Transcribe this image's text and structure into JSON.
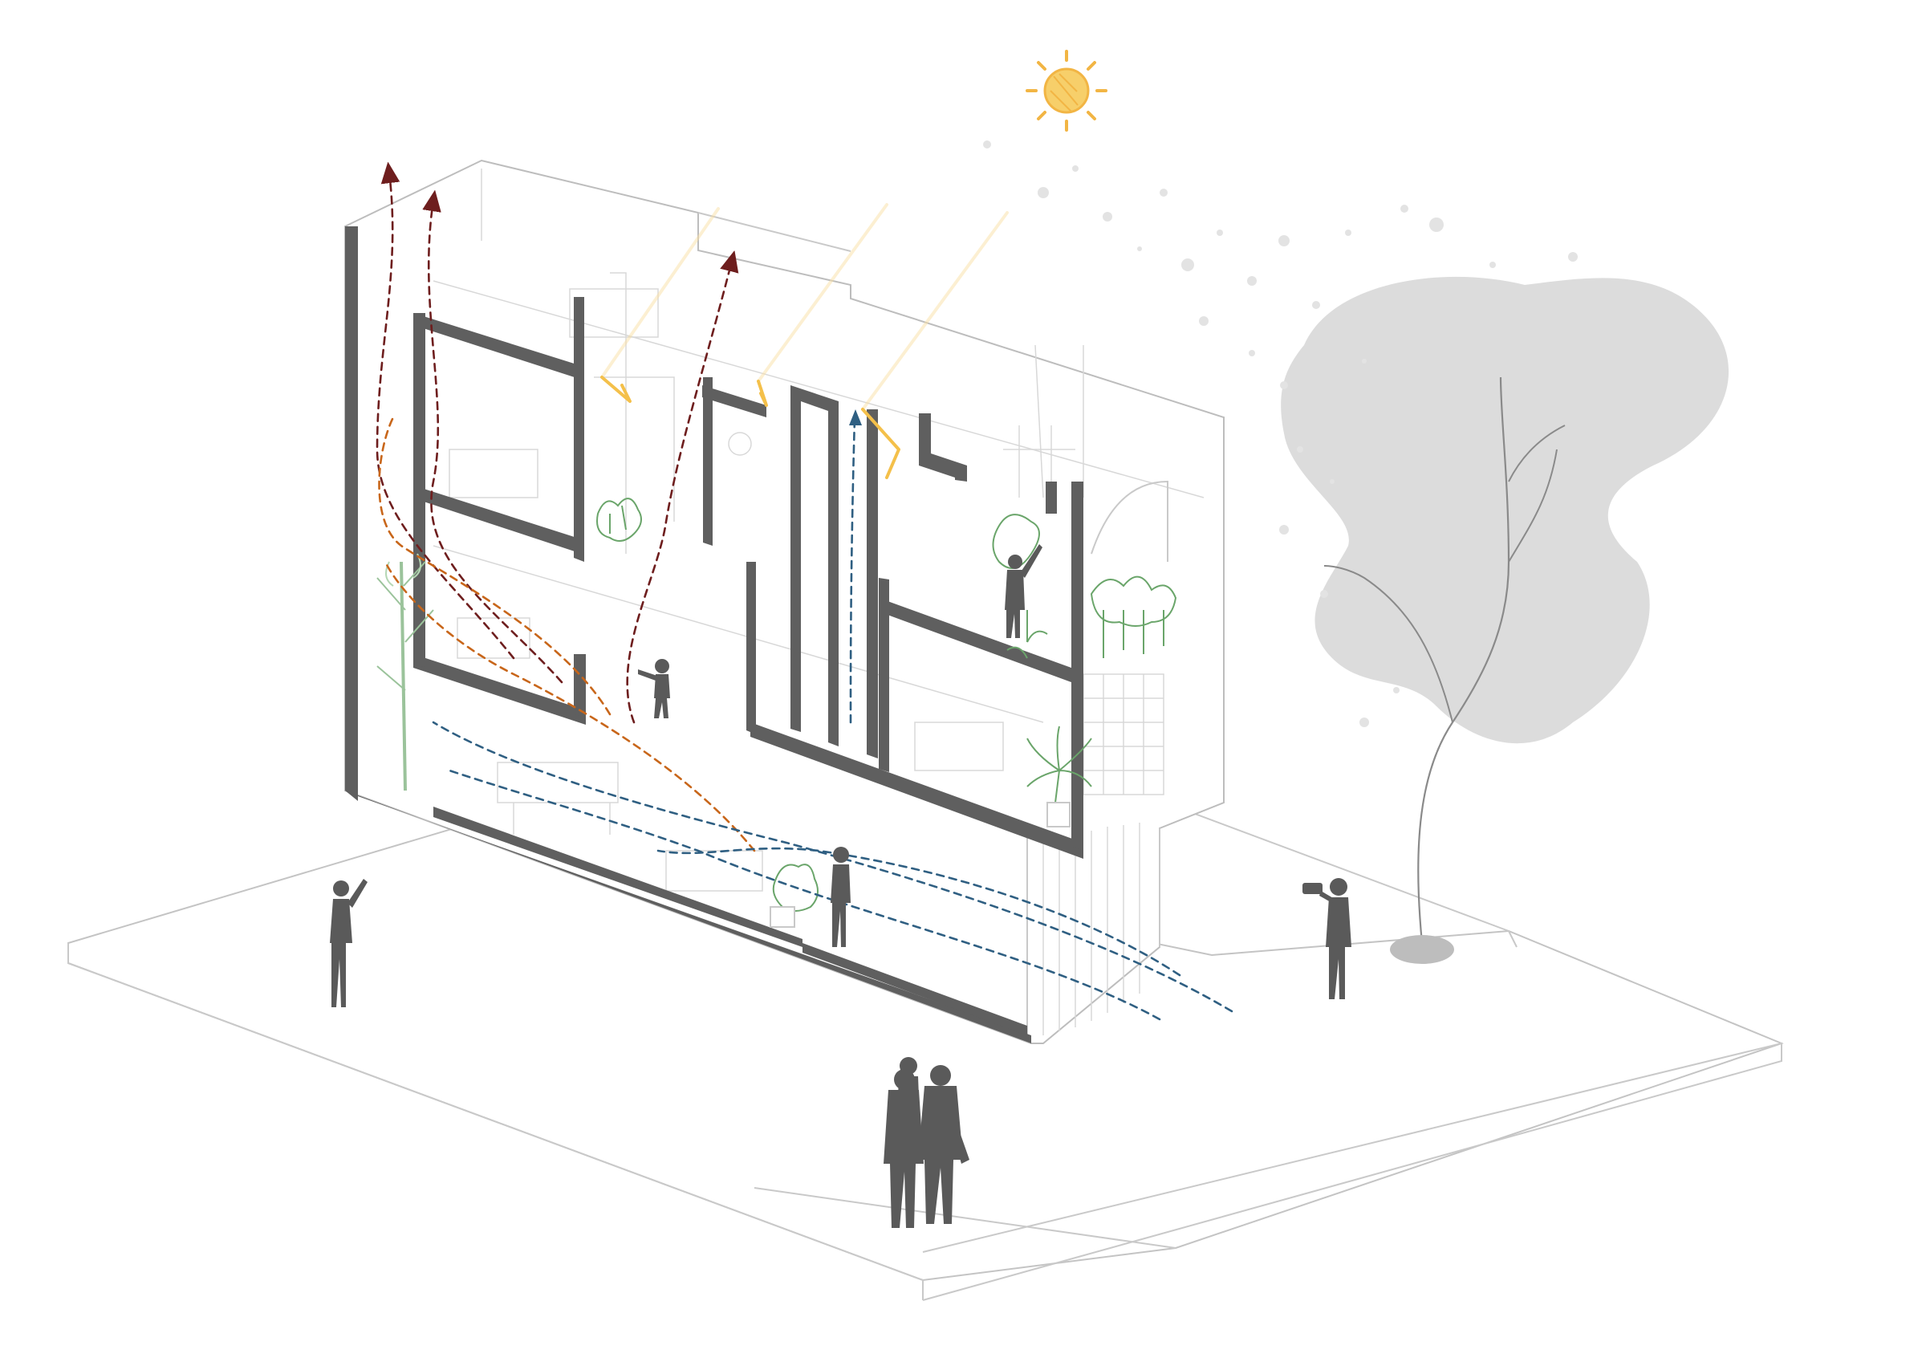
{
  "figure": {
    "title": "",
    "elements": [
      {
        "id": "sun",
        "icon": "sun-icon"
      },
      {
        "id": "building",
        "icon": "section-axonometric-icon"
      },
      {
        "id": "tree",
        "icon": "tree-icon"
      },
      {
        "id": "people",
        "icon": "person-silhouette-icon",
        "count": 7
      },
      {
        "id": "plants",
        "icon": "plant-icon"
      }
    ],
    "flows": [
      {
        "id": "sunlight",
        "style": "solid-arrow",
        "count": 3
      },
      {
        "id": "hot-air",
        "style": "dashed-arrow",
        "count": 3
      },
      {
        "id": "warm-air",
        "style": "dashed-arrow",
        "count": 2
      },
      {
        "id": "cool-air",
        "style": "dashed-arrow",
        "count": 4
      }
    ]
  },
  "colors": {
    "wall": "#5f5f5f",
    "people": "#5a5a5a",
    "sun": "#f2b544",
    "sunlight": "#f4c04a",
    "hot_air": "#6e1e1e",
    "warm_air": "#c8661a",
    "cool_air": "#2f5f82",
    "plant": "#6aa56a",
    "tree_canopy": "#dcdcdc",
    "line": "#c9c9c9"
  }
}
